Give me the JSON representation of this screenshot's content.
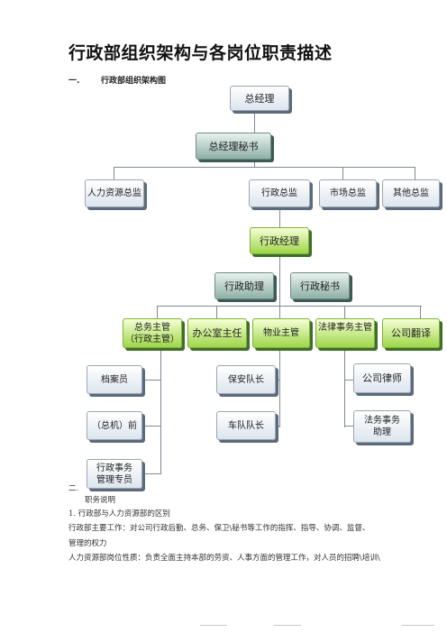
{
  "title": "行政部组织架构与各岗位职责描述",
  "section1": {
    "num": "一.",
    "label": "行政部组织架构图"
  },
  "org": {
    "ceo": "总经理",
    "ceo_secretary": "总经理秘书",
    "hr_director": "人力资源总监",
    "admin_director": "行政总监",
    "market_director": "市场总监",
    "other_director": "其他总监",
    "admin_manager": "行政经理",
    "admin_assistant": "行政助理",
    "admin_secretary": "行政秘书",
    "general_affairs": "总务主管",
    "general_affairs_sub": "（行政主管）",
    "office_director": "办公室主任",
    "property_supervisor": "物业主管",
    "legal_supervisor": "法律事务主管",
    "translator": "公司翻译",
    "archivist": "档案员",
    "front_desk": "（总机）前",
    "admin_specialist": "行政事务管理专员",
    "security_captain": "保安队长",
    "fleet_captain": "车队队长",
    "company_lawyer": "公司律师",
    "legal_assistant": "法务事务助理"
  },
  "section2": {
    "num": "二.",
    "label": "职务说明"
  },
  "body": {
    "item1": "1.   行政部与人力资源部的区别",
    "line1": "行政部主要工作：对公司行政后勤、总务、保卫\\秘书等工作的指挥、指导、协调、监督、",
    "line2": "管理的权力",
    "line3": "人力资源部岗位性质：负责全面主持本部的劳资、人事方面的管理工作，对人员的招聘\\培训\\"
  }
}
